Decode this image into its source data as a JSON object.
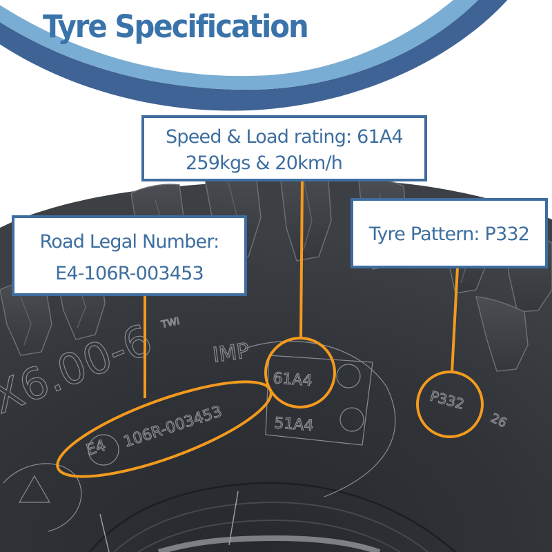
{
  "header": {
    "title": "Tyre Specification"
  },
  "callouts": {
    "speed_load": {
      "line1": "Speed & Load rating: 61A4",
      "line2": "259kgs & 20km/h"
    },
    "road_legal": {
      "line1": "Road Legal Number:",
      "line2": "E4-106R-003453"
    },
    "pattern": {
      "line1": "Tyre Pattern: P332"
    }
  },
  "sidewall": {
    "size_marking": "X6.00-6",
    "ply_marking": "IMP",
    "load_rating_primary": "61A4",
    "load_rating_secondary": "51A4",
    "approval_mark": "E4",
    "approval_number": "106R-003453",
    "pattern_code": "P332",
    "extra_code": "26",
    "tread_mark": "TWI"
  },
  "colors": {
    "title": "#3a73aa",
    "arc_light": "#7aadd3",
    "arc_dark": "#3f6394",
    "callout_border": "#3f6d9f",
    "callout_text": "#3d6e9f",
    "highlight": "#f39a1e",
    "rubber": "#2f3236"
  }
}
